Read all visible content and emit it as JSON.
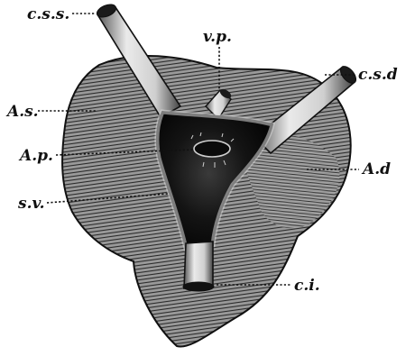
{
  "figure": {
    "labels": {
      "css": "c.s.s.",
      "vp": "v.p.",
      "csd": "c.s.d",
      "as": "A.s.",
      "ap": "A.p.",
      "ad": "A.d",
      "sv": "s.v.",
      "ci": "c.i."
    },
    "colors": {
      "ink": "#111111",
      "paper": "#ffffff",
      "tissue_mid": "#8a8a8a",
      "cavity": "#1a1a1a",
      "vessel": "#d8d8d8"
    }
  }
}
